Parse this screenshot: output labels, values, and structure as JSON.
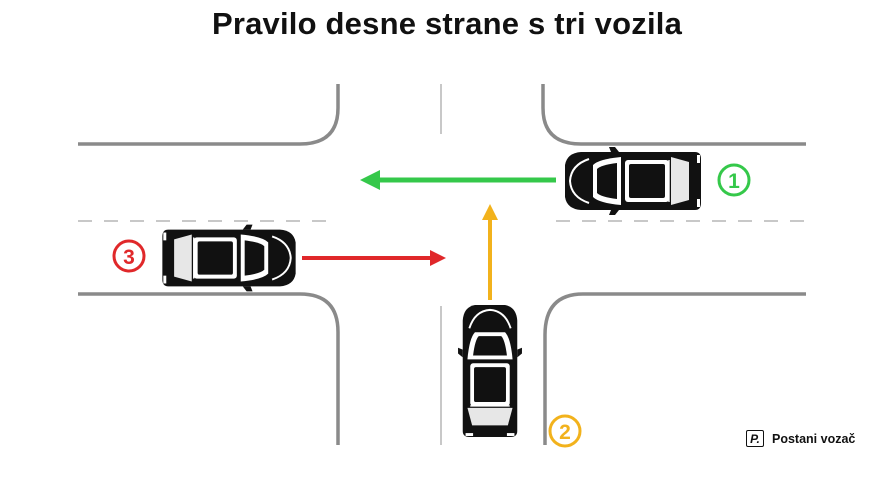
{
  "title": "Pravilo desne strane s tri vozila",
  "vehicles": [
    {
      "number": "1",
      "color": "#35c84a",
      "movement": "straight ahead (westbound)"
    },
    {
      "number": "2",
      "color": "#f2b21c",
      "movement": "straight ahead (northbound)"
    },
    {
      "number": "3",
      "color": "#e0282a",
      "movement": "straight ahead (eastbound)"
    }
  ],
  "brand": {
    "logo_letter": "P.",
    "name": "Postani vozač"
  },
  "colors": {
    "road_edge": "#8a8a8a",
    "lane_marking": "#c8c8c8",
    "car": "#111111"
  }
}
